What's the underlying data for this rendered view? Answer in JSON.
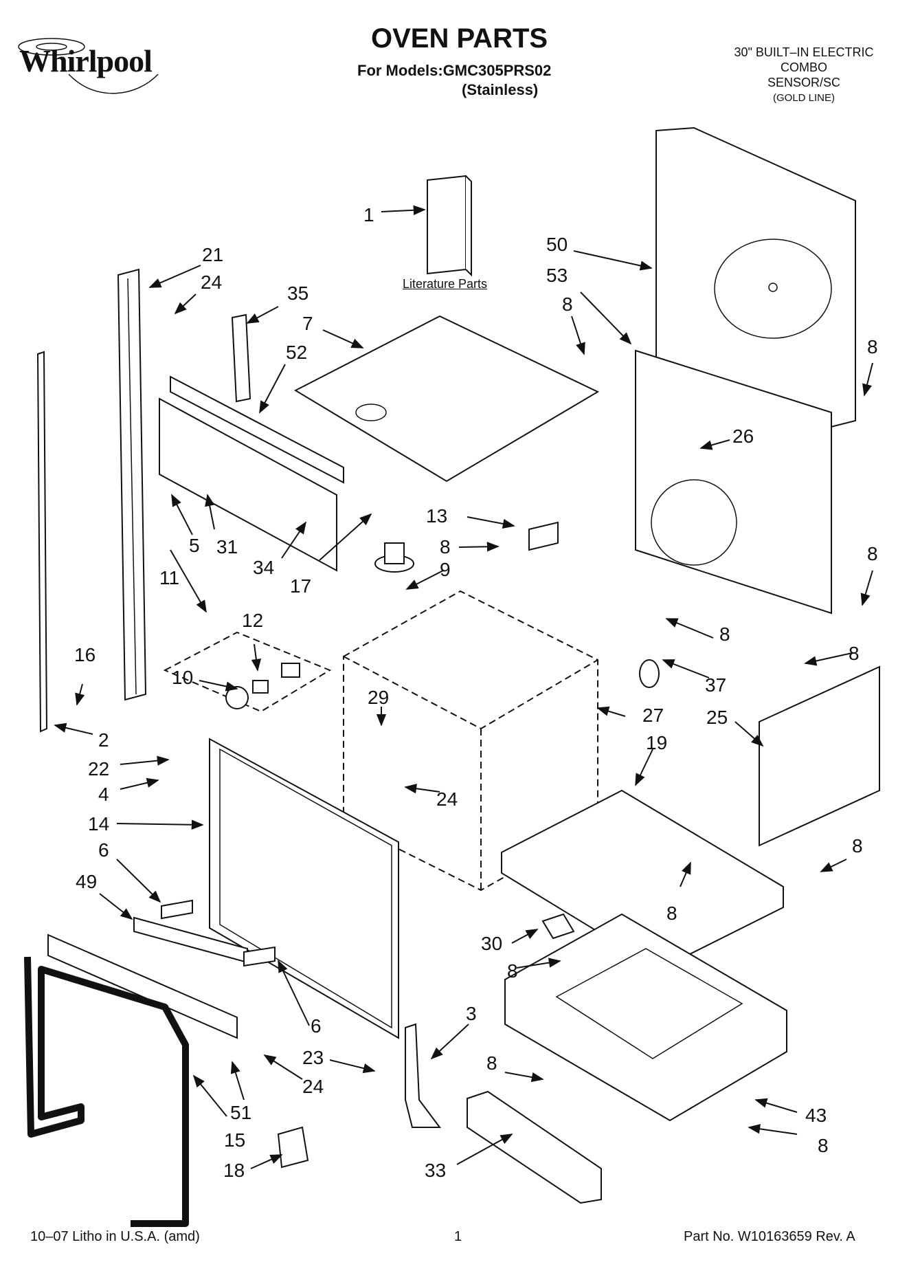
{
  "header": {
    "brand": "Whirlpool",
    "title": "OVEN PARTS",
    "models_line": "For Models:GMC305PRS02",
    "finish_line": "(Stainless)",
    "product_lines": [
      "30\" BUILT–IN ELECTRIC",
      "COMBO",
      "SENSOR/SC",
      "(GOLD LINE)"
    ]
  },
  "literature_label": "Literature Parts",
  "callouts": [
    {
      "id": "c1",
      "text": "1"
    },
    {
      "id": "c50",
      "text": "50"
    },
    {
      "id": "c53",
      "text": "53"
    },
    {
      "id": "c21",
      "text": "21"
    },
    {
      "id": "c24a",
      "text": "24"
    },
    {
      "id": "c35",
      "text": "35"
    },
    {
      "id": "c7",
      "text": "7"
    },
    {
      "id": "c52",
      "text": "52"
    },
    {
      "id": "c8a",
      "text": "8"
    },
    {
      "id": "c8b",
      "text": "8"
    },
    {
      "id": "c26",
      "text": "26"
    },
    {
      "id": "c13",
      "text": "13"
    },
    {
      "id": "c8c",
      "text": "8"
    },
    {
      "id": "c5",
      "text": "5"
    },
    {
      "id": "c31",
      "text": "31"
    },
    {
      "id": "c34",
      "text": "34"
    },
    {
      "id": "c17",
      "text": "17"
    },
    {
      "id": "c9",
      "text": "9"
    },
    {
      "id": "c11",
      "text": "11"
    },
    {
      "id": "c8d",
      "text": "8"
    },
    {
      "id": "c12",
      "text": "12"
    },
    {
      "id": "c16",
      "text": "16"
    },
    {
      "id": "c10",
      "text": "10"
    },
    {
      "id": "c8e",
      "text": "8"
    },
    {
      "id": "c8f",
      "text": "8"
    },
    {
      "id": "c37",
      "text": "37"
    },
    {
      "id": "c29",
      "text": "29"
    },
    {
      "id": "c27",
      "text": "27"
    },
    {
      "id": "c25",
      "text": "25"
    },
    {
      "id": "c2",
      "text": "2"
    },
    {
      "id": "c19",
      "text": "19"
    },
    {
      "id": "c22",
      "text": "22"
    },
    {
      "id": "c4",
      "text": "4"
    },
    {
      "id": "c24b",
      "text": "24"
    },
    {
      "id": "c14",
      "text": "14"
    },
    {
      "id": "c8g",
      "text": "8"
    },
    {
      "id": "c6a",
      "text": "6"
    },
    {
      "id": "c49",
      "text": "49"
    },
    {
      "id": "c8h",
      "text": "8"
    },
    {
      "id": "c30",
      "text": "30"
    },
    {
      "id": "c8i",
      "text": "8"
    },
    {
      "id": "c6b",
      "text": "6"
    },
    {
      "id": "c3",
      "text": "3"
    },
    {
      "id": "c23",
      "text": "23"
    },
    {
      "id": "c24c",
      "text": "24"
    },
    {
      "id": "c8j",
      "text": "8"
    },
    {
      "id": "c51",
      "text": "51"
    },
    {
      "id": "c43",
      "text": "43"
    },
    {
      "id": "c15",
      "text": "15"
    },
    {
      "id": "c8k",
      "text": "8"
    },
    {
      "id": "c33",
      "text": "33"
    },
    {
      "id": "c18",
      "text": "18"
    }
  ],
  "footer": {
    "litho": "10–07 Litho in U.S.A. (amd)",
    "page": "1",
    "part_no": "Part No. W10163659 Rev. A"
  }
}
